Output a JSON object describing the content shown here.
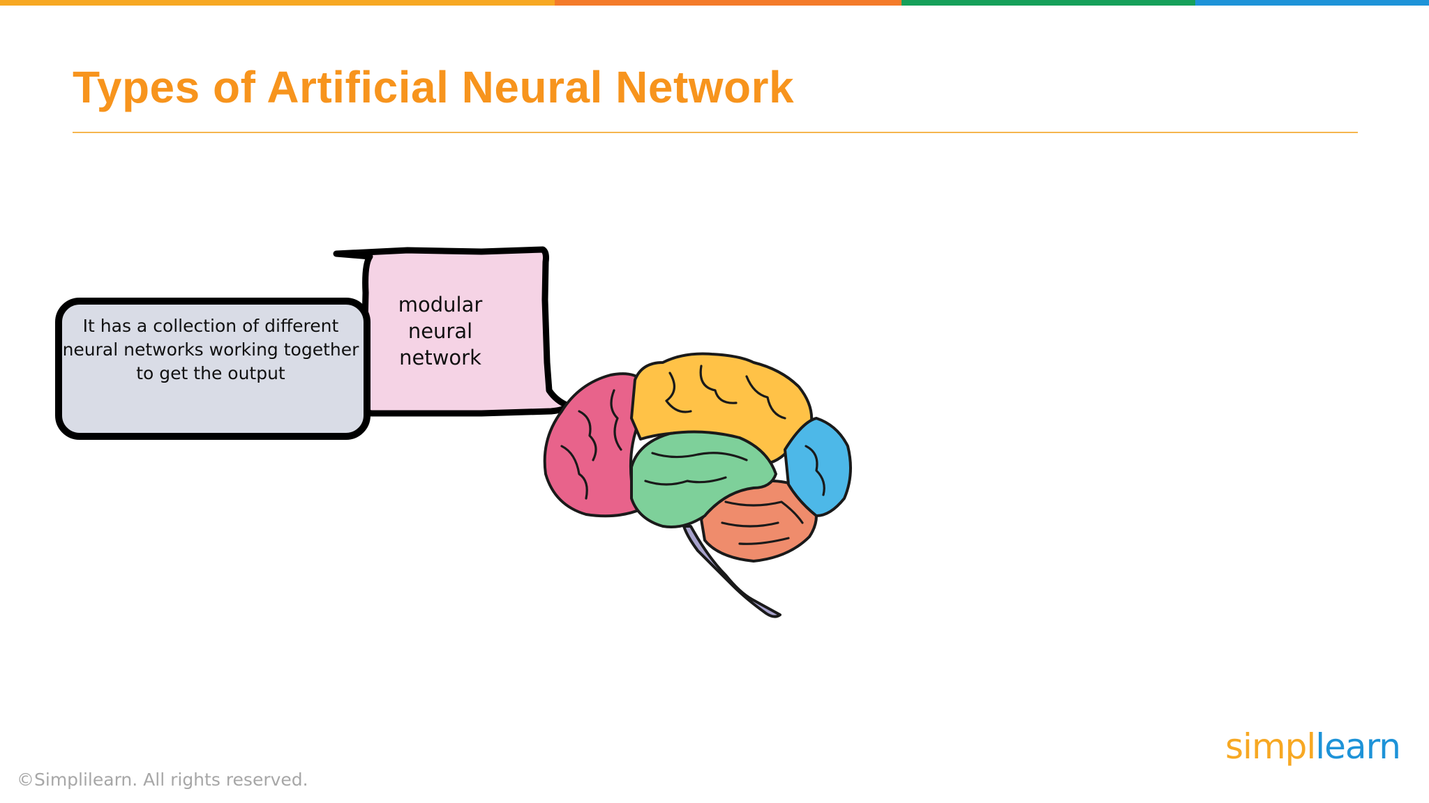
{
  "slide": {
    "title": "Types of Artificial Neural Network",
    "definition": "It has a collection of different neural networks working together to get the output",
    "term": "modular neural network",
    "copyright": "©Simplilearn. All rights reserved.",
    "logo": {
      "left": "simpl",
      "right": "learn"
    }
  },
  "colors": {
    "title": "#F7941D",
    "rule": "#F5B64E",
    "top_bar": [
      "#F7A823",
      "#F47B2A",
      "#16A05A",
      "#1E93D8"
    ],
    "logo_left": "#F7A823",
    "logo_right": "#1E93D8",
    "definition_box": "#D9DCE6",
    "term_box": "#F5D3E5",
    "brain": {
      "frontal": "#E8638B",
      "parietal": "#FFC247",
      "temporal": "#7ED09A",
      "occipital": "#4DB8E8",
      "cerebellum": "#EF8C6C",
      "stem": "#A7A2CC"
    }
  },
  "icons": [
    "brain-illustration"
  ]
}
